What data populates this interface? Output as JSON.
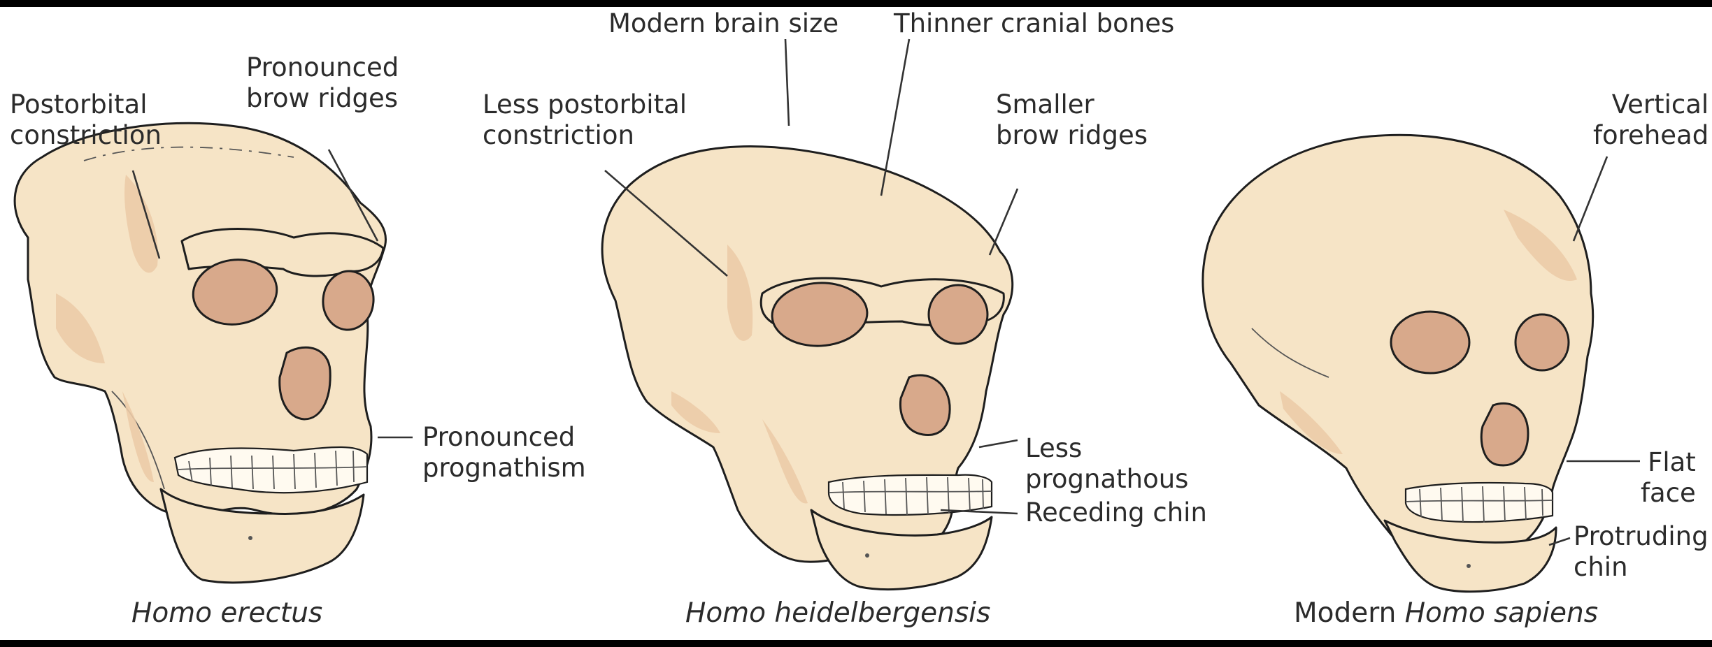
{
  "labels": {
    "erectus_postorbital": [
      "Postorbital",
      "constriction"
    ],
    "erectus_brow": [
      "Pronounced",
      "brow ridges"
    ],
    "erectus_prognathism": [
      "Pronounced",
      "prognathism"
    ],
    "heidel_brain": "Modern brain size",
    "heidel_cranial": "Thinner cranial bones",
    "heidel_postorbital": [
      "Less postorbital",
      "constriction"
    ],
    "heidel_brow": [
      "Smaller",
      "brow ridges"
    ],
    "heidel_prognathous": [
      "Less",
      "prognathous"
    ],
    "heidel_chin": "Receding chin",
    "sapiens_forehead": [
      "Vertical",
      "forehead"
    ],
    "sapiens_face": [
      "Flat",
      "face"
    ],
    "sapiens_chin": [
      "Protruding",
      "chin"
    ]
  },
  "captions": {
    "erectus": "Homo erectus",
    "heidelbergensis": "Homo heidelbergensis",
    "sapiens_prefix": "Modern",
    "sapiens_species": "Homo sapiens"
  },
  "colors": {
    "background": "#000000",
    "panel": "#ffffff",
    "bone": "#f6e4c6",
    "bone_shade": "#eccba7",
    "orbit": "#d8a98b",
    "text": "#2b2b2b"
  }
}
